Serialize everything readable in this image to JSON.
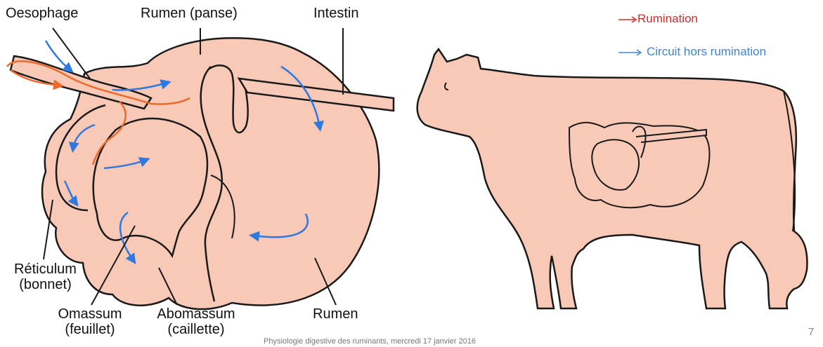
{
  "labels": {
    "oesophage": "Oesophage",
    "rumen_panse": "Rumen (panse)",
    "intestin": "Intestin",
    "reticulum_line1": "Réticulum",
    "reticulum_line2": "(bonnet)",
    "omasum_line1": "Omassum",
    "omasum_line2": "(feuillet)",
    "abomasum_line1": "Abomassum",
    "abomasum_line2": "(caillette)",
    "rumen": "Rumen"
  },
  "legend": {
    "rumination_label": "Rumination",
    "rumination_color": "#d62b2b",
    "hors_label": "Circuit  hors rumination",
    "hors_color": "#3f86d6"
  },
  "footer": {
    "text": "Physiologie digestive des ruminants, mercredi 17 janvier 2016",
    "page_number": "7"
  },
  "colors": {
    "organ_fill": "#f8c9b6",
    "outline": "#1a1a1a",
    "rumination_arrow": "#ee6a2b",
    "hors_arrow": "#2f78e0"
  },
  "icons": [
    "arrow-right-icon",
    "arrow-right-icon"
  ]
}
